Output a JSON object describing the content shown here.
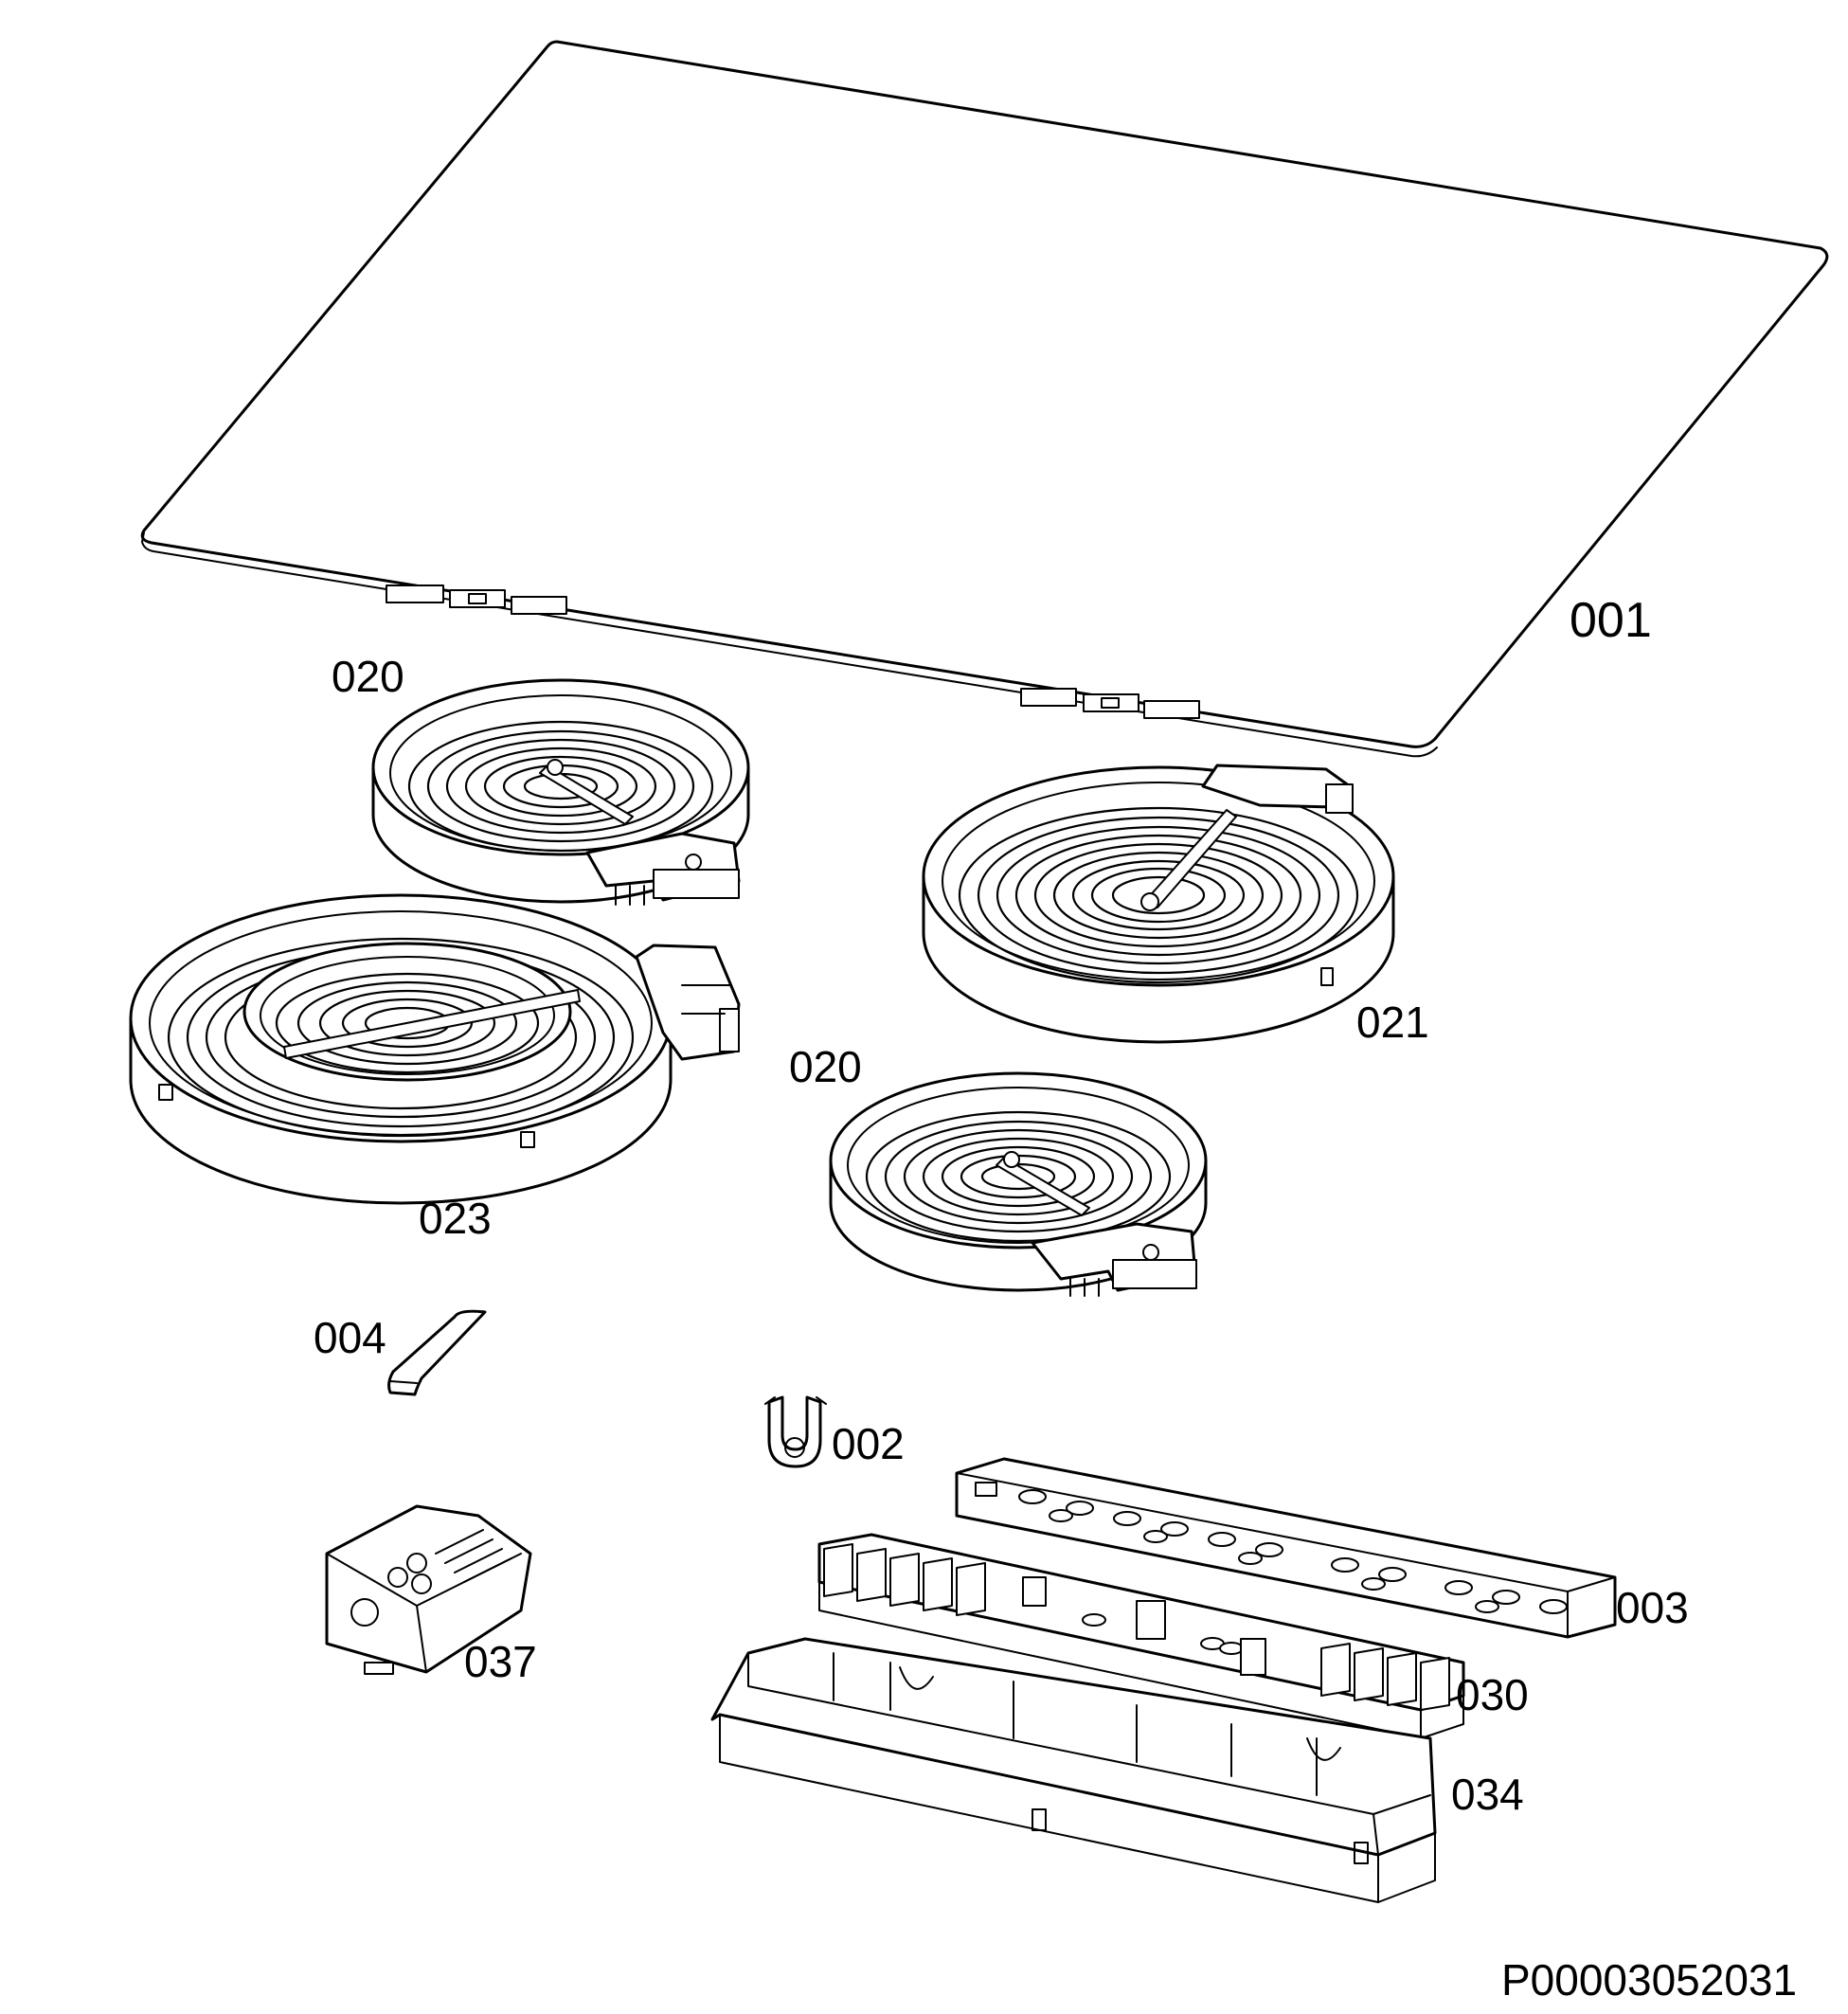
{
  "parts": {
    "p001": "001",
    "p020a": "020",
    "p021": "021",
    "p023": "023",
    "p020b": "020",
    "p004": "004",
    "p002": "002",
    "p003": "003",
    "p037": "037",
    "p030": "030",
    "p034": "034"
  },
  "drawing_id": "P00003052031"
}
